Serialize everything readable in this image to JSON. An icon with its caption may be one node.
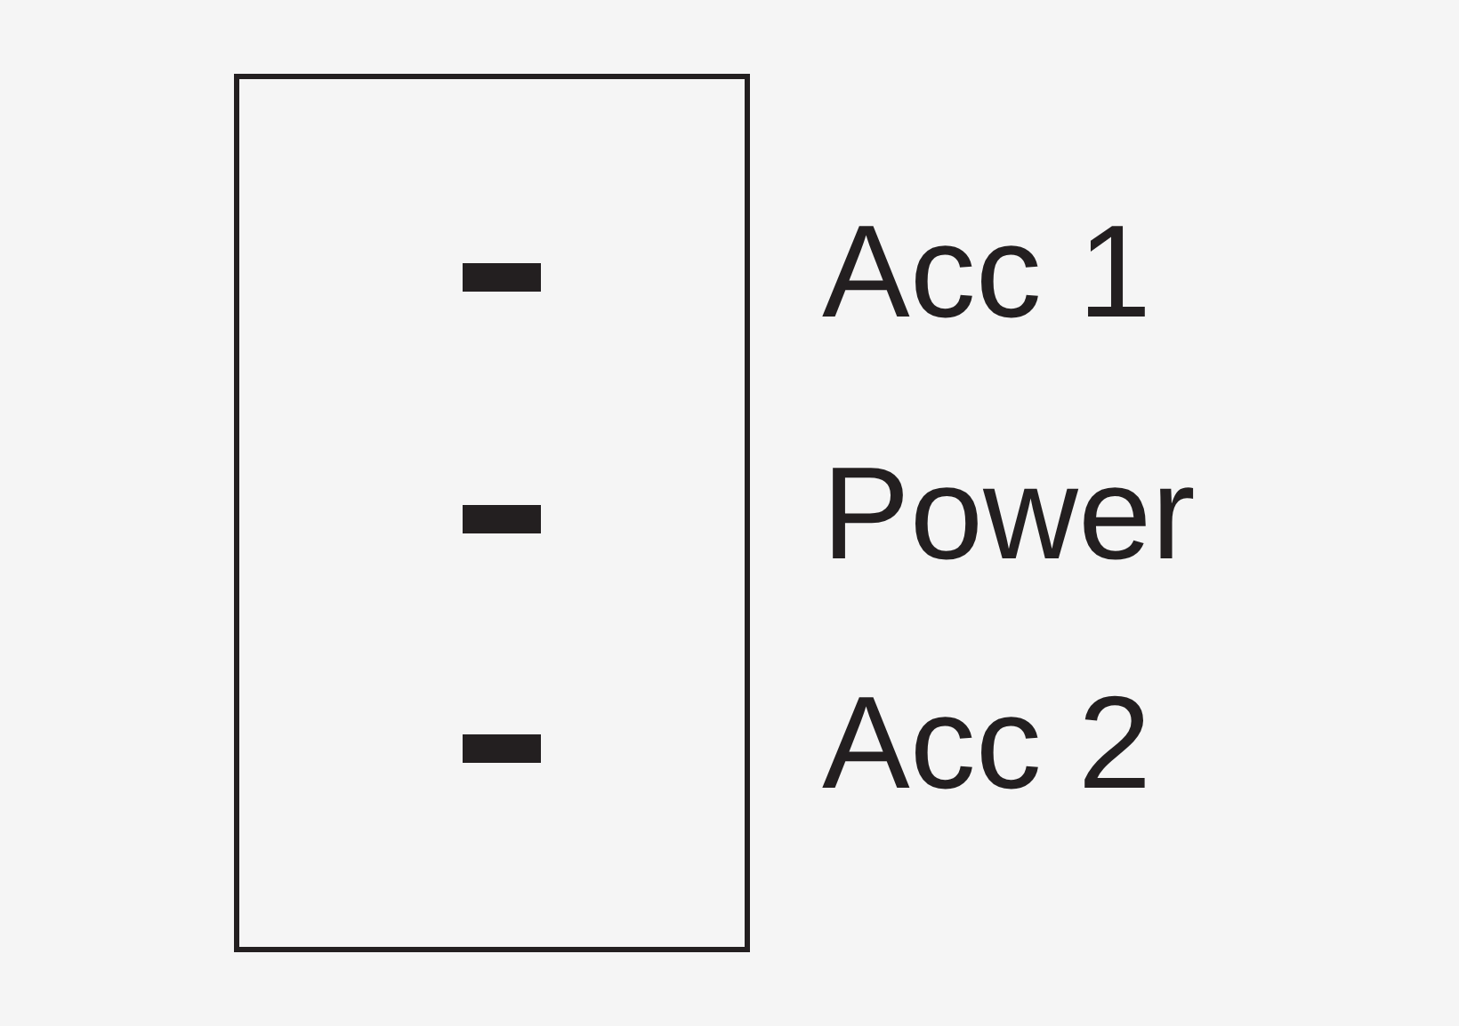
{
  "diagram": {
    "labels": [
      "Acc 1",
      "Power",
      "Acc 2"
    ]
  }
}
